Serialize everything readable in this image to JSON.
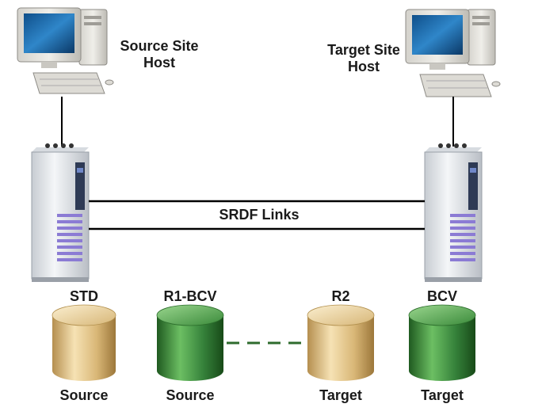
{
  "hosts": {
    "source": {
      "label_line1": "Source Site",
      "label_line2": "Host"
    },
    "target": {
      "label_line1": "Target Site",
      "label_line2": "Host"
    }
  },
  "links": {
    "label": "SRDF Links"
  },
  "devices": [
    {
      "top_label": "STD",
      "bottom_label": "Source",
      "color": "tan"
    },
    {
      "top_label": "R1-BCV",
      "bottom_label": "Source",
      "color": "green"
    },
    {
      "top_label": "R2",
      "bottom_label": "Target",
      "color": "tan"
    },
    {
      "top_label": "BCV",
      "bottom_label": "Target",
      "color": "green"
    }
  ],
  "colors": {
    "tan": "#e2c285",
    "green": "#3f8a3c",
    "link_line": "#000000",
    "dashed_link": "#2e6b2d"
  }
}
